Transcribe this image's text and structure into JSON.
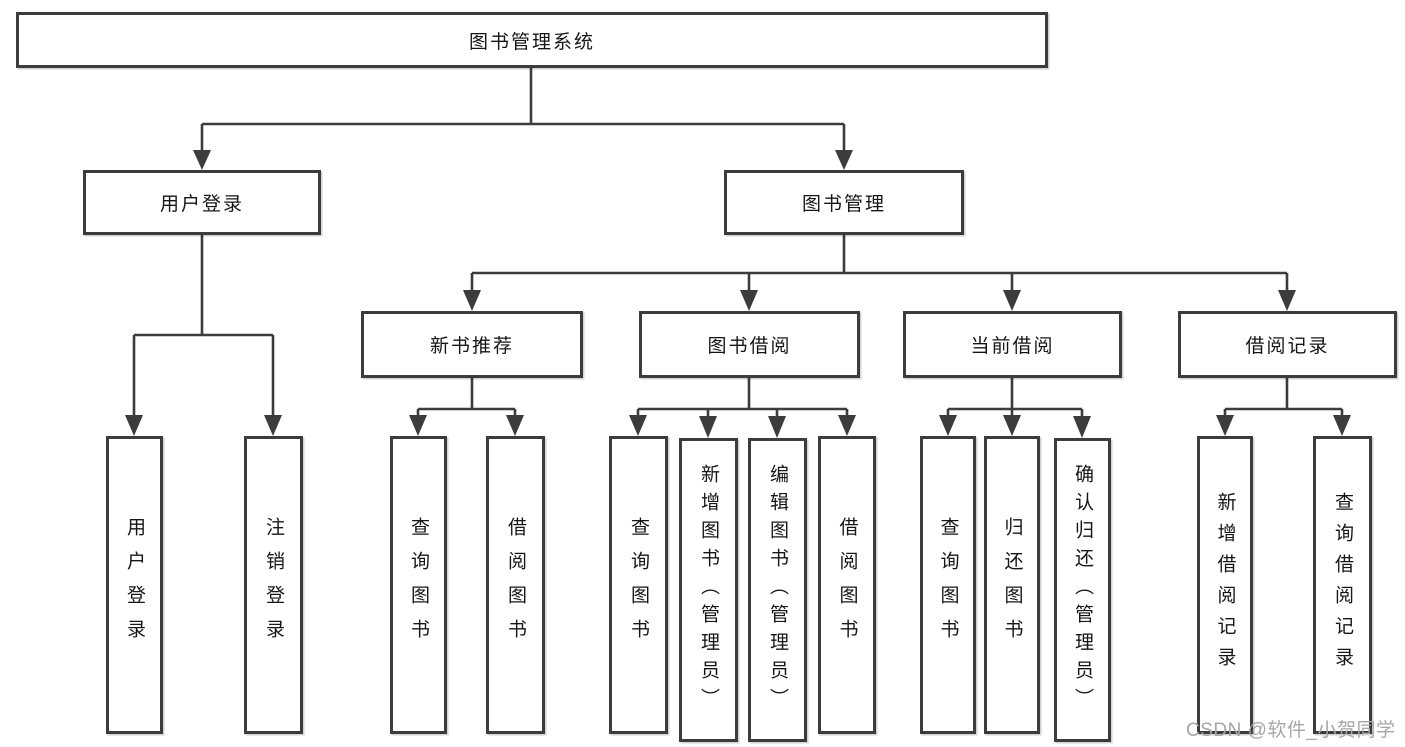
{
  "diagram": {
    "root": "图书管理系统",
    "level2": {
      "user_login": "用户登录",
      "book_mgmt": "图书管理"
    },
    "level3": {
      "new_book_rec": "新书推荐",
      "book_borrow": "图书借阅",
      "current_borrow": "当前借阅",
      "borrow_records": "借阅记录"
    },
    "leaves": {
      "login_user": "用户登录",
      "login_logout": "注销登录",
      "rec_query": "查询图书",
      "rec_borrow": "借阅图书",
      "bor_query": "查询图书",
      "bor_add": "新增图书（管理员）",
      "bor_edit": "编辑图书（管理员）",
      "bor_borrow": "借阅图书",
      "cur_query": "查询图书",
      "cur_return": "归还图书",
      "cur_confirm": "确认归还（管理员）",
      "recd_add": "新增借阅记录",
      "recd_query": "查询借阅记录"
    }
  },
  "watermark": "CSDN @软件_小贺同学",
  "colors": {
    "line": "#3c3c3c",
    "text": "#161616",
    "watermark": "#a6a6a6"
  }
}
